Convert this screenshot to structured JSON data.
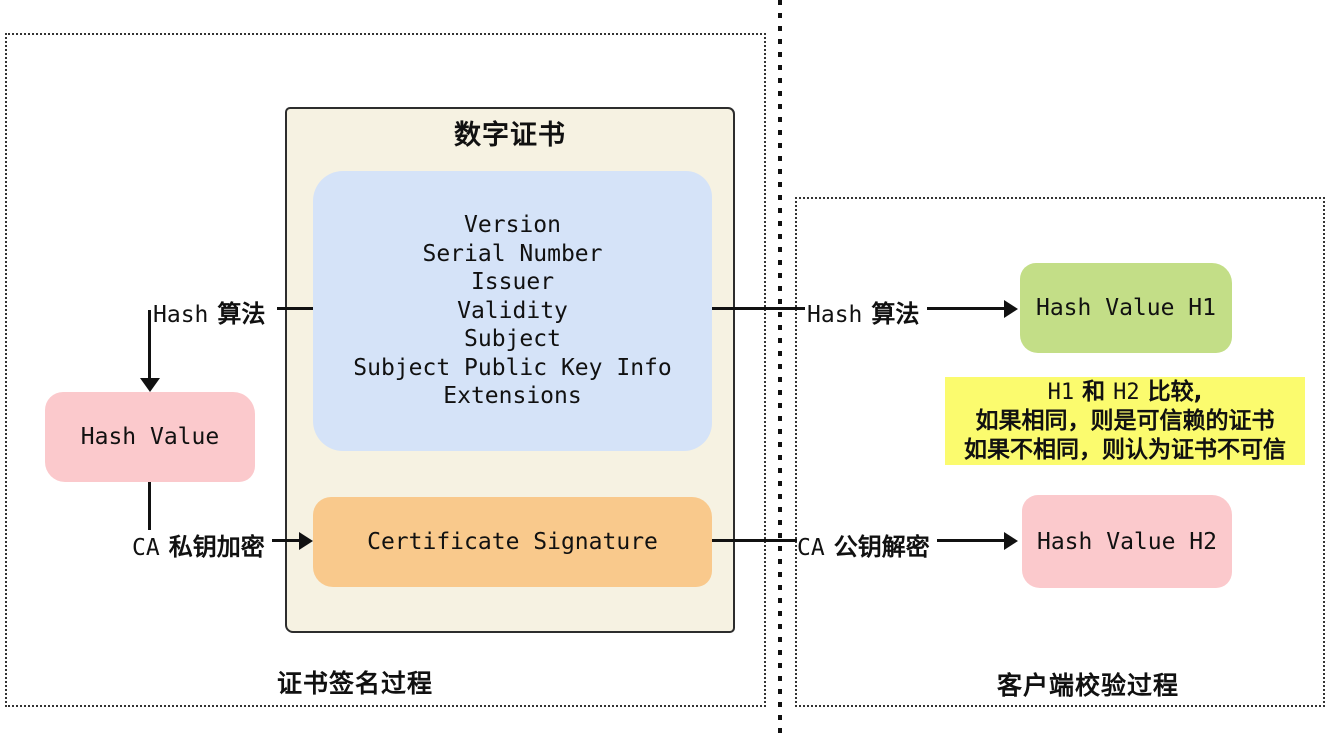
{
  "left_section": {
    "caption": "证书签名过程",
    "cert_box": {
      "title": "数字证书",
      "tbs_fields": [
        "Version",
        "Serial Number",
        "Issuer",
        "Validity",
        "Subject",
        "Subject Public Key Info",
        "Extensions"
      ],
      "signature_label": "Certificate Signature"
    },
    "hash_algo_label": {
      "en": "Hash",
      "zh": "算法"
    },
    "hash_value_label": "Hash Value",
    "ca_encrypt_label": {
      "en": "CA",
      "zh": "私钥加密"
    }
  },
  "right_section": {
    "caption": "客户端校验过程",
    "hash_algo_label": {
      "en": "Hash",
      "zh": "算法"
    },
    "ca_decrypt_label": {
      "en": "CA",
      "zh": "公钥解密"
    },
    "hash_value_h1_label": "Hash Value H1",
    "hash_value_h2_label": "Hash Value H2",
    "compare_note": {
      "line1_h1": "H1",
      "line1_and": "和",
      "line1_h2": "H2",
      "line1_tail": "比较,",
      "line2": "如果相同，则是可信赖的证书",
      "line3": "如果不相同，则认为证书不可信"
    }
  },
  "colors": {
    "certificate_fill": "#f6f2e2",
    "certificate_border": "#2d2d2d",
    "tbs_fill": "#d5e3f8",
    "signature_fill": "#f9c98c",
    "hash_value_fill": "#fbc9cc",
    "hash_h1_fill": "#c3de87",
    "hash_h2_fill": "#fbc9cc",
    "compare_note_fill": "#fbfb6e",
    "line_color": "#111111"
  }
}
